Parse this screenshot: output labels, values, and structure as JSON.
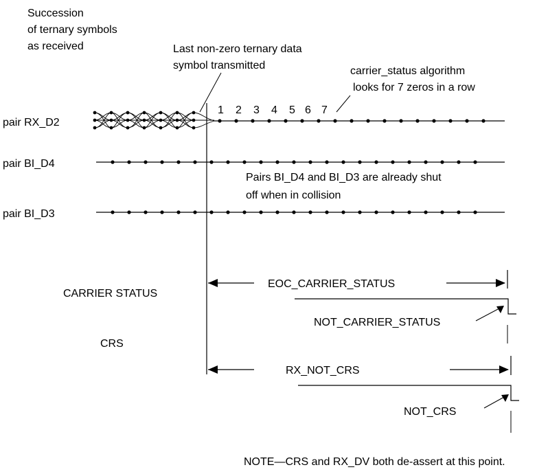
{
  "annotations": {
    "succession": [
      "Succession",
      "of ternary symbols",
      "as received"
    ],
    "last_symbol": [
      "Last non-zero ternary data",
      "symbol transmitted"
    ],
    "algorithm": [
      "carrier_status algorithm",
      "looks for 7 zeros in a row"
    ],
    "shutoff": [
      "Pairs BI_D4 and BI_D3 are already shut",
      "off when in collision"
    ]
  },
  "pairs": {
    "rx_d2": "pair RX_D2",
    "bi_d4": "pair BI_D4",
    "bi_d3": "pair BI_D3"
  },
  "zero_count": [
    "1",
    "2",
    "3",
    "4",
    "5",
    "6",
    "7"
  ],
  "signals": {
    "carrier_status": "CARRIER STATUS",
    "eoc_carrier_status": "EOC_CARRIER_STATUS",
    "not_carrier_status": "NOT_CARRIER_STATUS",
    "crs": "CRS",
    "rx_not_crs": "RX_NOT_CRS",
    "not_crs": "NOT_CRS"
  },
  "note": "NOTE—CRS and RX_DV both de-assert at this point."
}
